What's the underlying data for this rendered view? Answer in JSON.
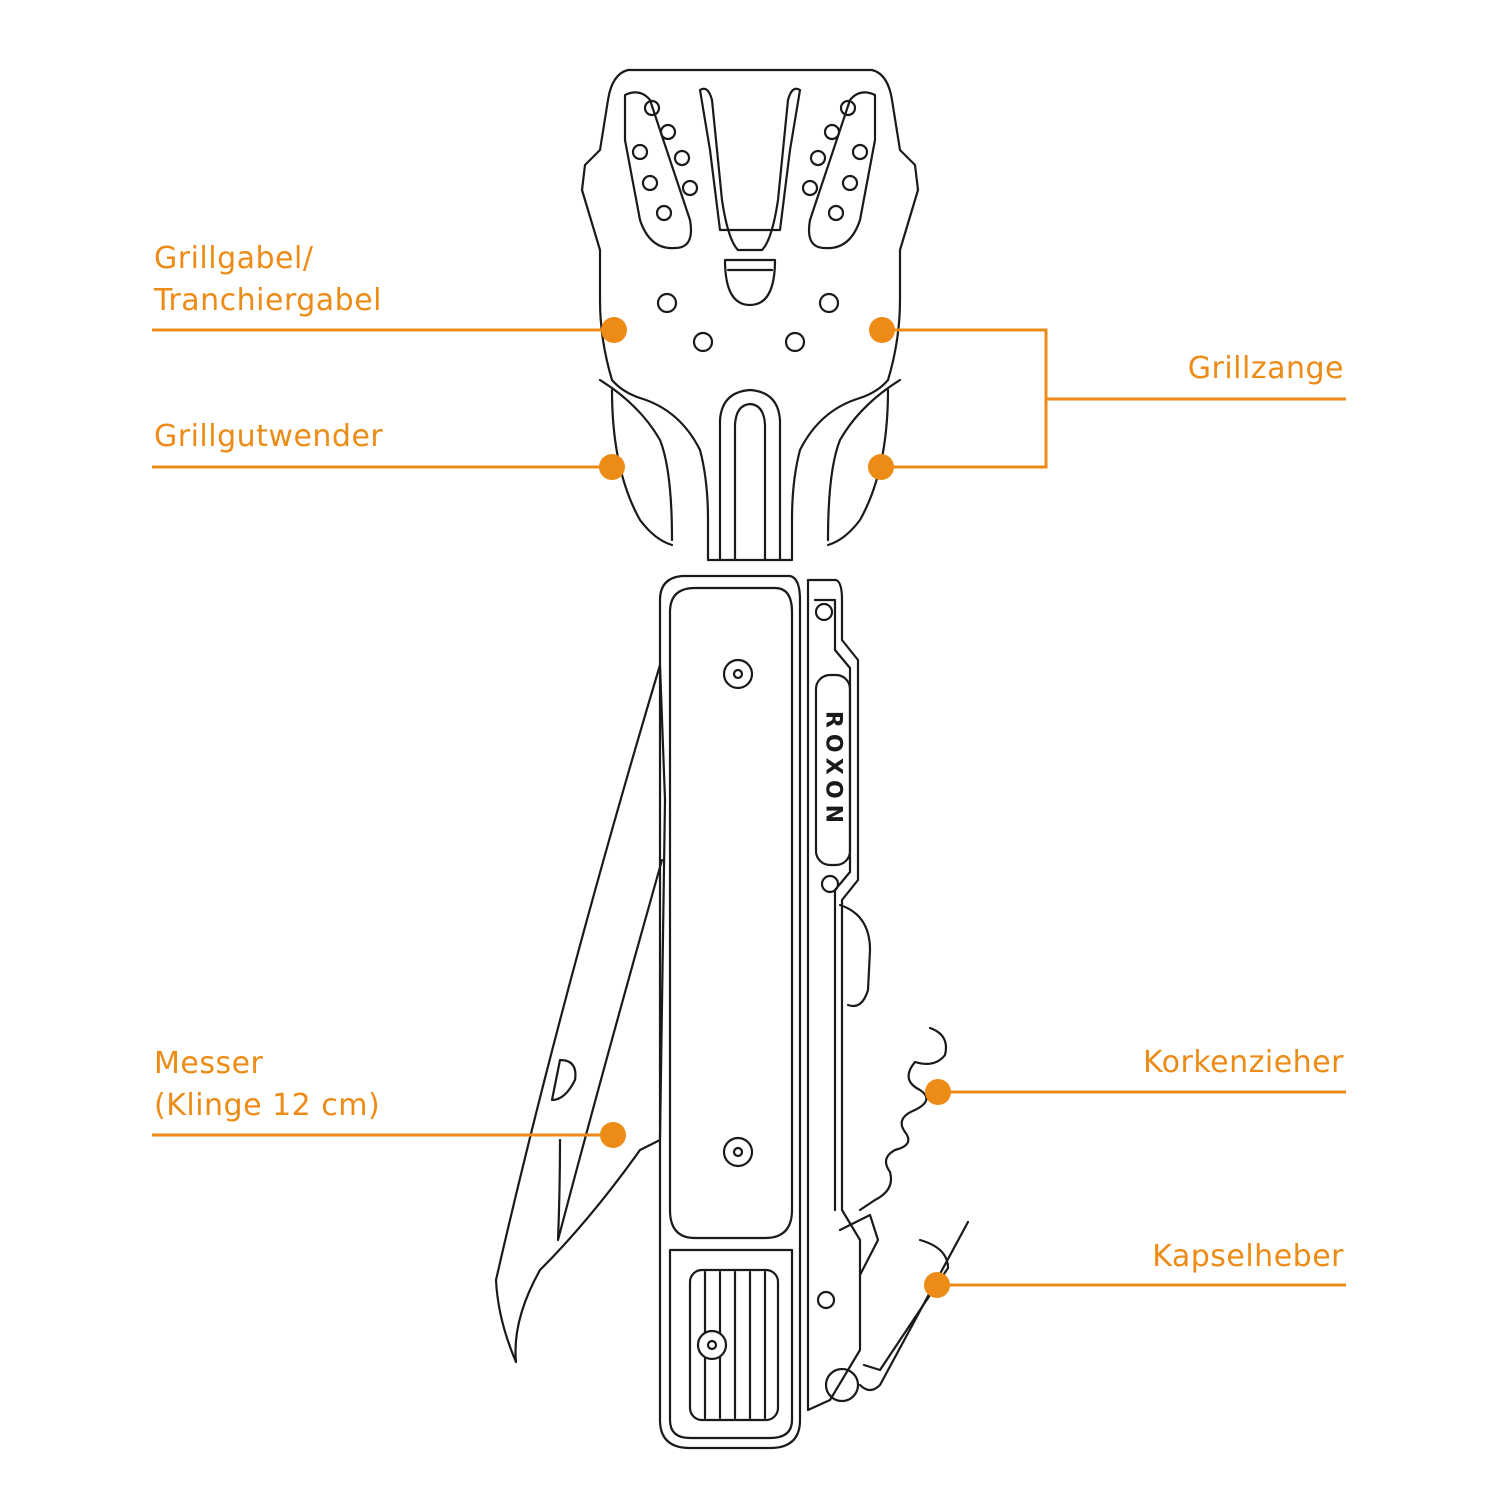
{
  "colors": {
    "accent": "#ed8b17",
    "outline": "#1a1a1a",
    "background": "#ffffff"
  },
  "brand": {
    "logo_text": "ROXON"
  },
  "callouts": {
    "grillgabel": {
      "lines": [
        "Grillgabel/",
        "Tranchiergabel"
      ]
    },
    "grillgutwender": {
      "lines": [
        "Grillgutwender"
      ]
    },
    "messer": {
      "lines": [
        "Messer",
        "(Klinge 12 cm)"
      ]
    },
    "grillzange": {
      "lines": [
        "Grillzange"
      ]
    },
    "korkenzieher": {
      "lines": [
        "Korkenzieher"
      ]
    },
    "kapselheber": {
      "lines": [
        "Kapselheber"
      ]
    }
  }
}
